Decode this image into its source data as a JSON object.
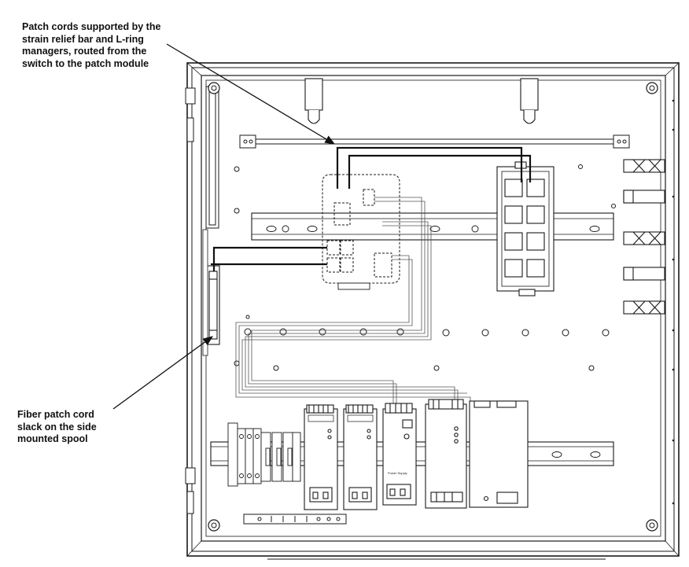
{
  "callouts": {
    "top_lines": [
      "Patch cords supported by the",
      "strain relief bar and L-ring",
      "managers, routed from the",
      "switch to the patch module"
    ],
    "bottom_lines": [
      "Fiber patch cord",
      "slack on the side",
      "mounted spool"
    ]
  },
  "modules": {
    "power_supply_label": "Power Supply"
  },
  "colors": {
    "stroke": "#1a1a1a",
    "cable": "#111111",
    "enclosure_bg": "#ffffff"
  }
}
